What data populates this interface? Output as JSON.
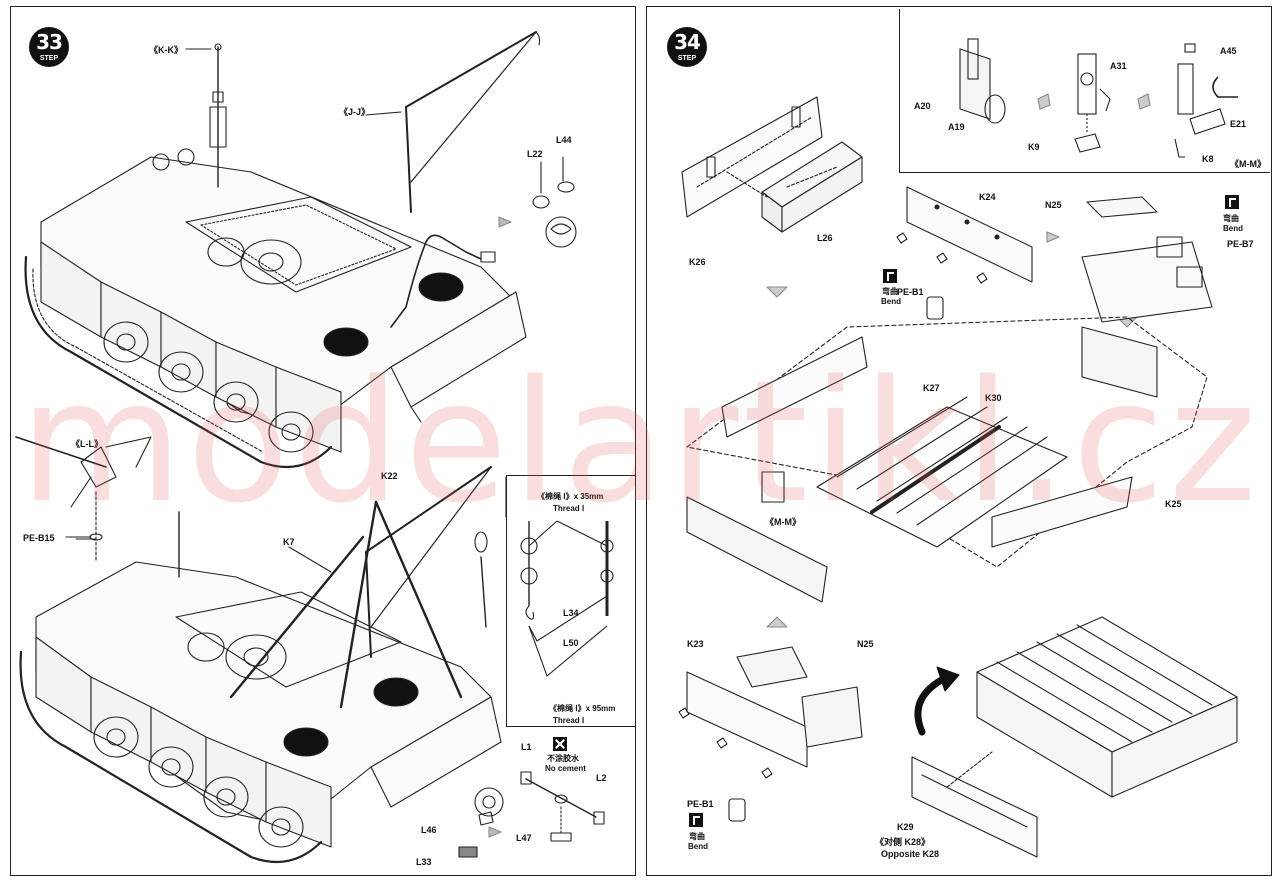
{
  "watermark": "modelartikl.cz",
  "step33": {
    "badge_number": "33",
    "badge_word": "STEP",
    "labels": {
      "kk": "《K-K》",
      "jj": "《J-J》",
      "l22": "L22",
      "l44": "L44",
      "ll": "《L-L》",
      "pe_b15": "PE-B15",
      "k22": "K22",
      "k7": "K7",
      "l46": "L46",
      "l33": "L33",
      "l47": "L47",
      "l1": "L1",
      "l2": "L2"
    },
    "rope_inset": {
      "rope_short": "《棉绳 Ⅰ》x 35mm",
      "thread_short": "Thread Ⅰ",
      "l34": "L34",
      "l50": "L50",
      "rope_long": "《棉绳 Ⅰ》x 95mm",
      "thread_long": "Thread Ⅰ"
    },
    "no_cement": {
      "cn": "不涂胶水",
      "en": "No cement",
      "icon": "no-glue-icon"
    }
  },
  "step34": {
    "badge_number": "34",
    "badge_word": "STEP",
    "mm_inset": {
      "a20": "A20",
      "a19": "A19",
      "a31": "A31",
      "k9": "K9",
      "a45": "A45",
      "e21": "E21",
      "k8": "K8",
      "mm": "《M-M》"
    },
    "labels": {
      "k26": "K26",
      "l26": "L26",
      "k24": "K24",
      "pe_b1_top": "PE-B1",
      "bend_cn_top": "弯曲",
      "bend_en_top": "Bend",
      "n25_top": "N25",
      "pe_b7": "PE-B7",
      "bend_cn_right": "弯曲",
      "bend_en_right": "Bend",
      "k27": "K27",
      "k30": "K30",
      "mm_ref": "《M-M》",
      "k25": "K25",
      "k23": "K23",
      "n25_bottom": "N25",
      "pe_b1_bottom": "PE-B1",
      "bend_cn_bottom": "弯曲",
      "bend_en_bottom": "Bend",
      "k29": "K29",
      "opposite_cn": "《对侧 K28》",
      "opposite_en": "Opposite K28"
    }
  }
}
